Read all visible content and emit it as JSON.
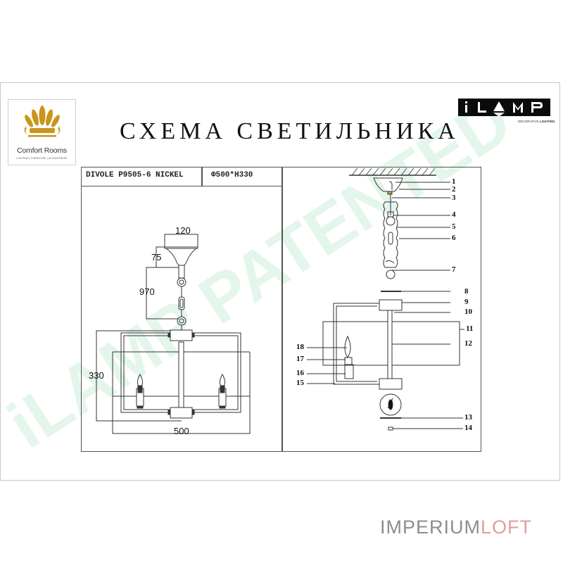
{
  "header": {
    "title": "СХЕМА СВЕТИЛЬНИКА",
    "brand_left": {
      "name": "Comfort Rooms",
      "tagline": "LIGHTING | FURNITURE | ACCESSORIES",
      "icon": "crown-icon",
      "color": "#c8961e"
    },
    "brand_right": {
      "logo_text": "iLAMP",
      "subtitle_a": "DECORATIVE",
      "subtitle_b": "LIGHTING",
      "color": "#0b0b0b"
    }
  },
  "spec": {
    "model": "DIVOLE P9505-6 NICKEL",
    "dimensions": "Φ500*H330"
  },
  "left_drawing": {
    "dimensions": {
      "canopy_width": "120",
      "canopy_height": "75",
      "chain_length": "970",
      "body_height": "330",
      "body_width": "500"
    }
  },
  "right_drawing": {
    "callouts": [
      "1",
      "2",
      "3",
      "4",
      "5",
      "6",
      "7",
      "8",
      "9",
      "10",
      "11",
      "12",
      "13",
      "14",
      "15",
      "16",
      "17",
      "18"
    ]
  },
  "watermark": {
    "text": "iLAMP PATENTED",
    "color": "#d8f3e2"
  },
  "footer": {
    "brand_a": "IMPERIUM",
    "brand_b": "LOFT",
    "color_a": "#8d8d8d",
    "color_b": "#e39d9d"
  }
}
